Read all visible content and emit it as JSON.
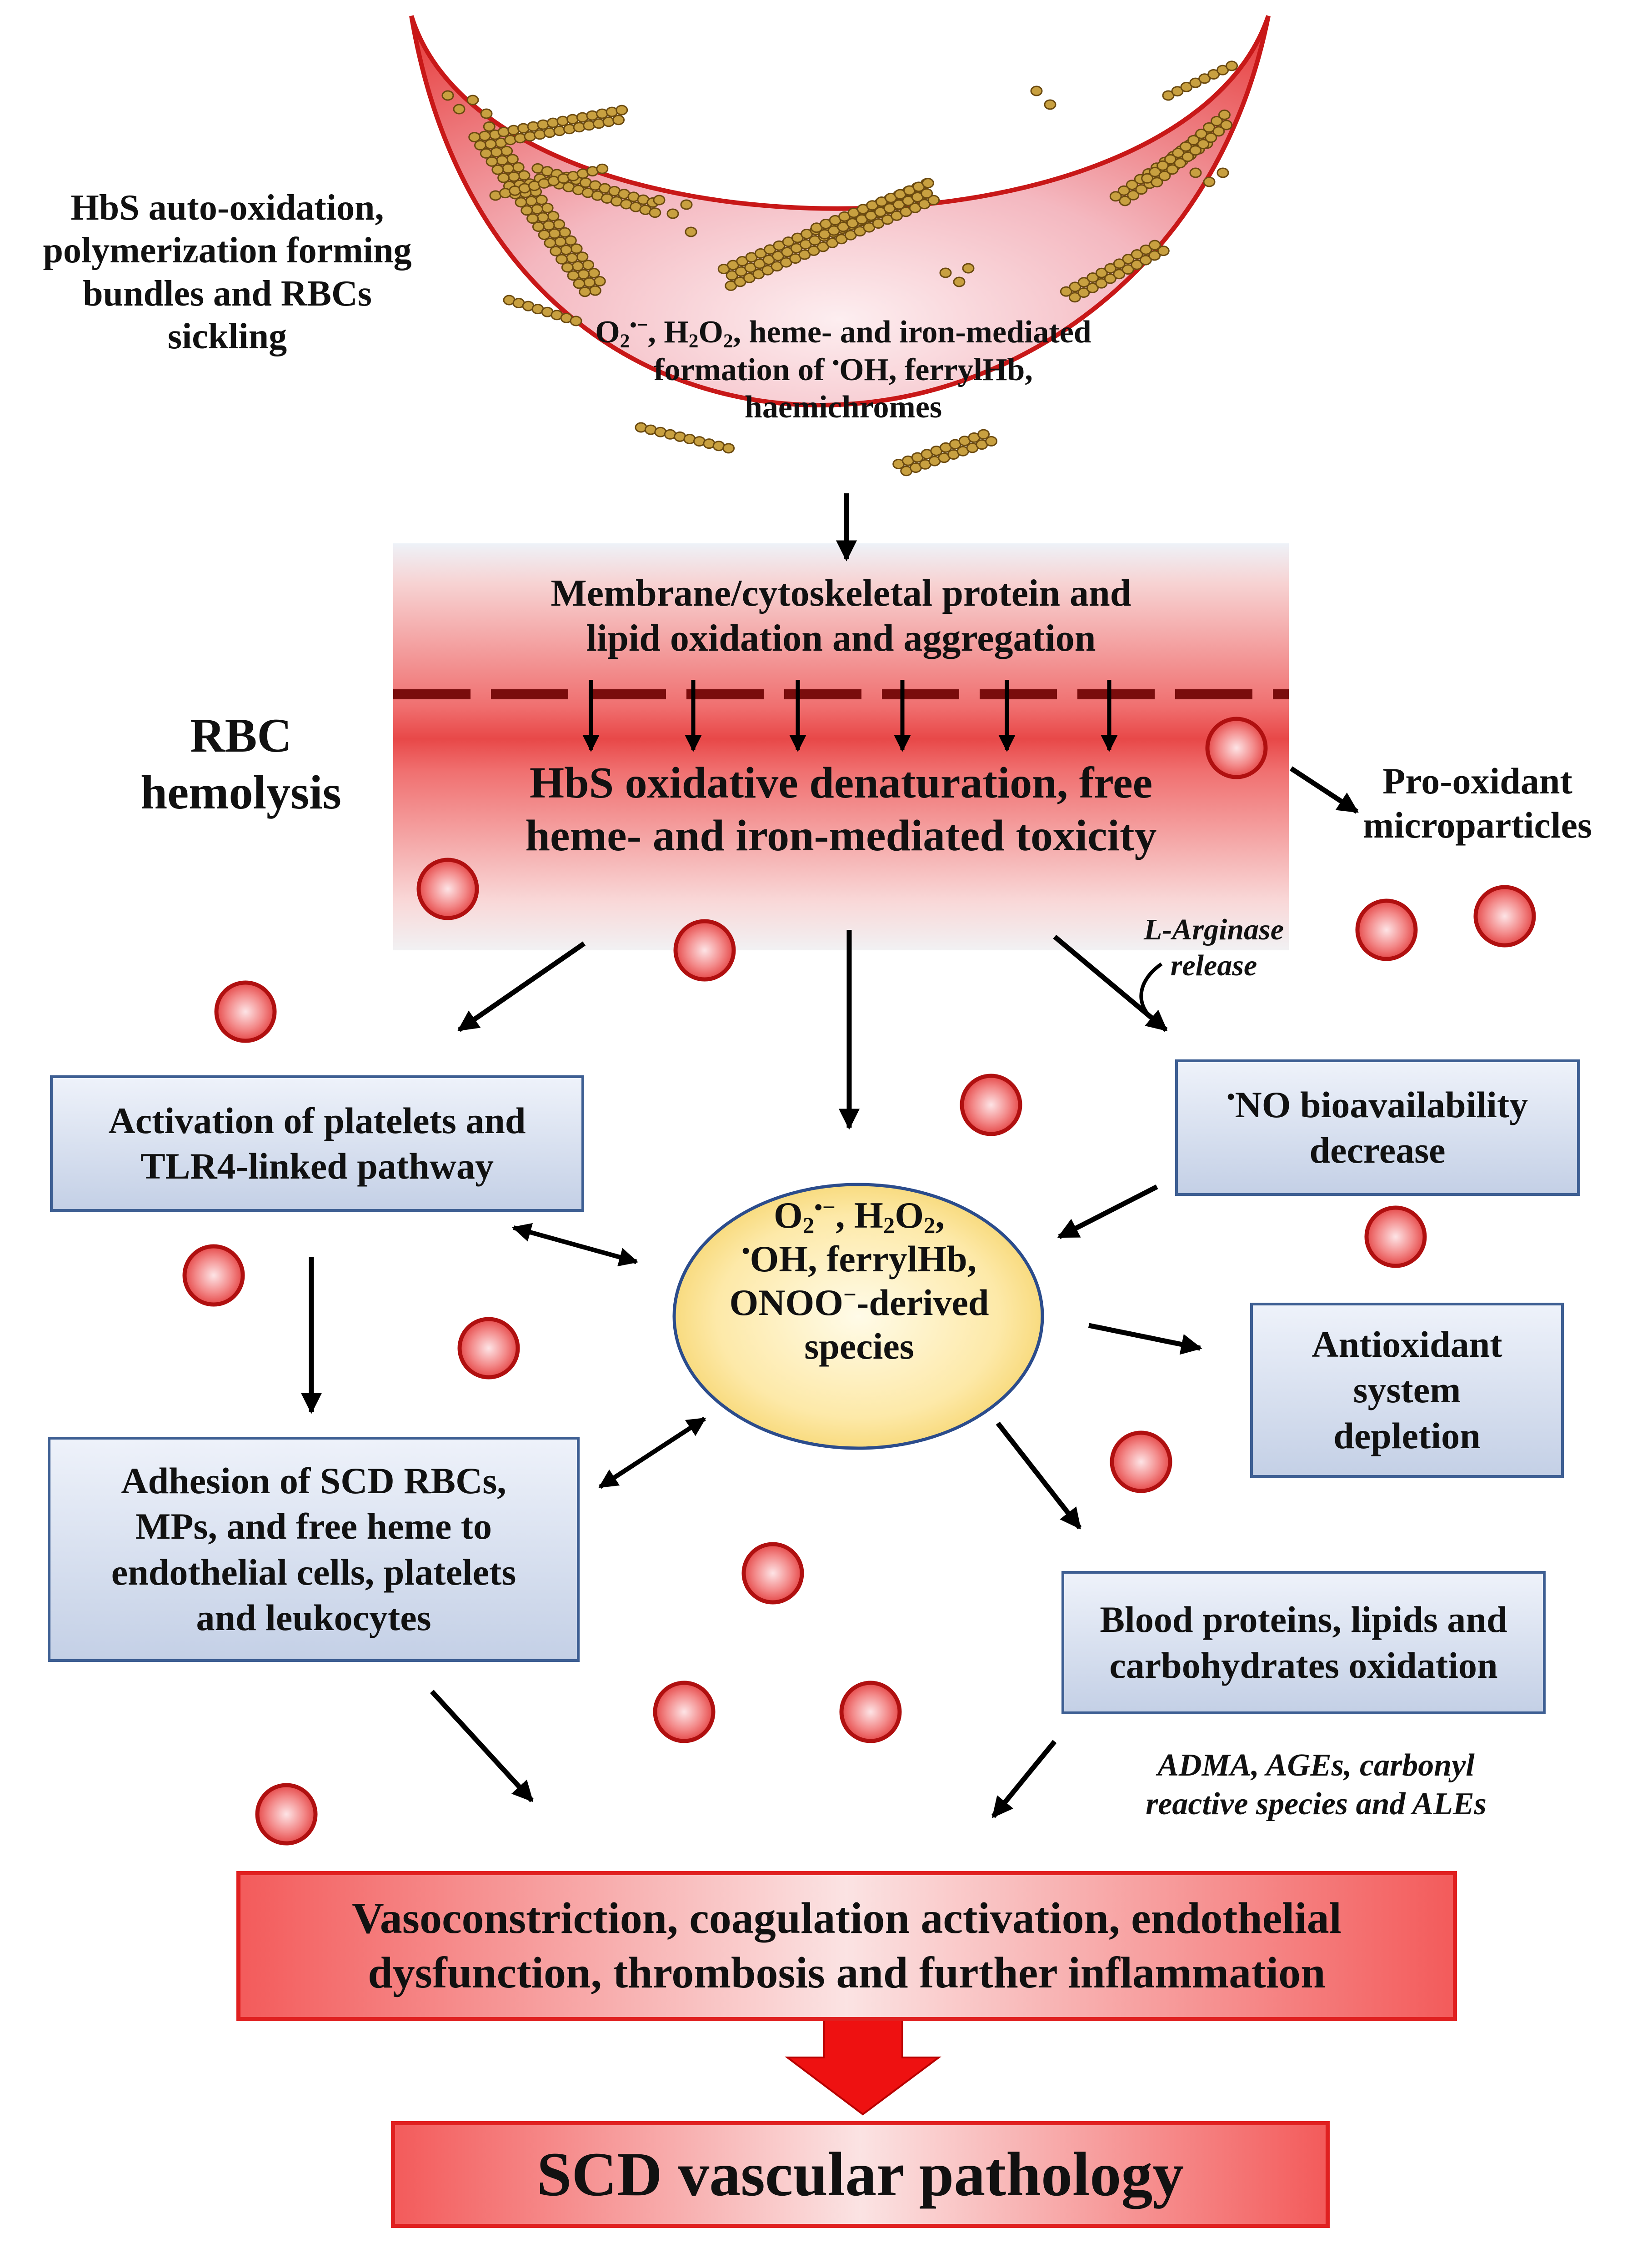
{
  "labels": {
    "sickling": [
      "HbS auto-oxidation,",
      "polymerization forming",
      "bundles  and RBCs",
      "sickling"
    ],
    "cell_ros_line1_rest": ", heme- and iron-mediated",
    "cell_ros_line2_pre": "formation of ",
    "cell_ros_line2_post": "OH, ferrylHb,",
    "cell_ros_line3": "haemichromes",
    "hemolysis": [
      "RBC",
      "hemolysis"
    ],
    "membrane_oxidation": [
      "Membrane/cytoskeletal protein and",
      "lipid oxidation and aggregation"
    ],
    "hbs_denaturation": [
      "HbS oxidative denaturation, free",
      "heme- and iron-mediated toxicity"
    ],
    "pro_oxidant_mp": [
      "Pro-oxidant",
      "microparticles"
    ],
    "arginase": [
      "L-Arginase",
      "release"
    ],
    "ros_oval_line2_rest": "OH, ferrylHb,",
    "ros_oval_line3_rest": "-derived",
    "ros_oval_line4": "species",
    "ox_products": [
      "ADMA, AGEs, carbonyl",
      "reactive species and ALEs"
    ]
  },
  "chem": {
    "o2": "O",
    "two": "2",
    "superoxide_sup": "•−",
    "comma_h2o2": ", H",
    "o2_end": "O",
    "two_b": "2",
    "radical_dot": "•",
    "onoo": "ONOO",
    "minus": "−",
    "no_text": "NO bioavailability"
  },
  "boxes": {
    "platelets": [
      "Activation of platelets and",
      "TLR4-linked pathway"
    ],
    "no_decrease_line2": "decrease",
    "antioxidant": [
      "Antioxidant",
      "system",
      "depletion"
    ],
    "adhesion": [
      "Adhesion of SCD RBCs,",
      "MPs, and free heme to",
      "endothelial cells, platelets",
      "and leukocytes"
    ],
    "blood_oxidation": [
      "Blood proteins, lipids and",
      "carbohydrates oxidation"
    ],
    "vascular_effects": [
      "Vasoconstriction, coagulation activation, endothelial",
      "dysfunction, thrombosis and further inflammation"
    ],
    "pathology": "SCD vascular pathology"
  },
  "colors": {
    "cell_fill": "#f07070",
    "cell_edge": "#c81818",
    "polymer": "#c8a040",
    "box_border": "#3e5f93",
    "red_border": "#e02020",
    "oval_fill": "#fbe7a8",
    "oval_edge": "#2b4c8c",
    "membrane_line": "#7a0c0c",
    "big_arrow": "#ee1111"
  }
}
